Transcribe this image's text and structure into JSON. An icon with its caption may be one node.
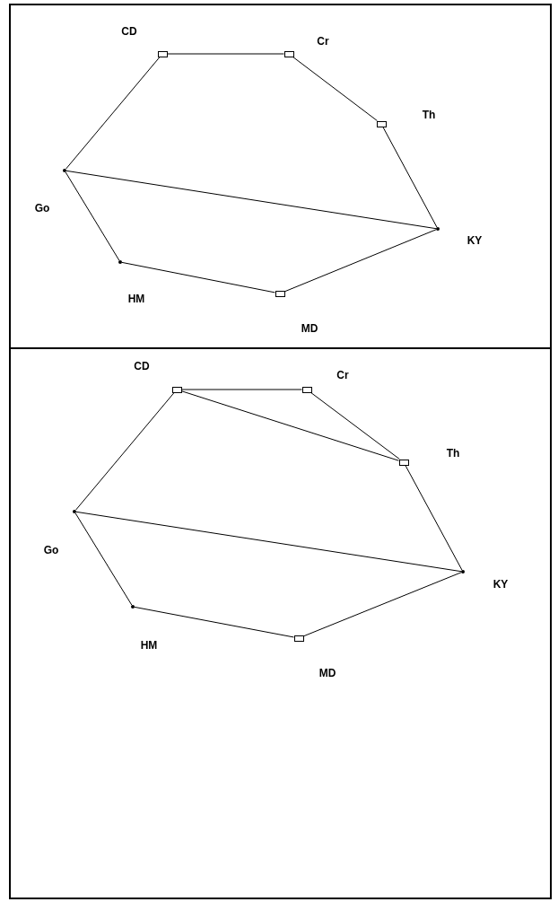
{
  "diagram": {
    "nodes": [
      {
        "text": [],
        "shape": "box"
      },
      {
        "text": [],
        "shape": "box",
        "in": 0,
        "beside": [
          "CD"
        ]
      },
      {
        "text": [],
        "shape": "box",
        "in": 0,
        "beside": [
          "Cr"
        ]
      },
      {
        "text": [],
        "shape": "box",
        "in": 0,
        "beside": [
          "Th"
        ]
      },
      {
        "text": [],
        "shape": "circle",
        "in": 0,
        "beside": [
          "Go"
        ]
      },
      {
        "text": [],
        "shape": "circle",
        "in": 0,
        "beside": [
          "KY"
        ]
      },
      {
        "text": [],
        "shape": "circle",
        "in": 0,
        "beside": [
          "HM"
        ]
      },
      {
        "text": [],
        "shape": "box",
        "in": 0,
        "beside": [
          "MD"
        ]
      },
      {
        "text": [],
        "shape": "box"
      },
      {
        "text": [],
        "shape": "box",
        "in": 8,
        "beside": [
          "CD"
        ]
      },
      {
        "text": [],
        "shape": "box",
        "in": 8,
        "beside": [
          "Cr"
        ]
      },
      {
        "text": [],
        "shape": "box",
        "in": 8,
        "beside": [
          "Th"
        ]
      },
      {
        "text": [],
        "shape": "circle",
        "in": 8,
        "beside": [
          "Go"
        ]
      },
      {
        "text": [],
        "shape": "circle",
        "in": 8,
        "beside": [
          "KY"
        ]
      },
      {
        "text": [],
        "shape": "circle",
        "in": 8,
        "beside": [
          "HM"
        ]
      },
      {
        "text": [],
        "shape": "box",
        "in": 8,
        "beside": [
          "MD"
        ]
      }
    ],
    "edges": [
      {
        "from": 1,
        "to": 2,
        "arrow": "none"
      },
      {
        "from": 2,
        "to": 3,
        "arrow": "none"
      },
      {
        "from": 3,
        "to": 5,
        "arrow": "none"
      },
      {
        "from": 5,
        "to": 7,
        "arrow": "none"
      },
      {
        "from": 7,
        "to": 6,
        "arrow": "none"
      },
      {
        "from": 6,
        "to": 4,
        "arrow": "none"
      },
      {
        "from": 4,
        "to": 1,
        "arrow": "none"
      },
      {
        "from": 4,
        "to": 5,
        "arrow": "none"
      },
      {
        "from": 9,
        "to": 10,
        "arrow": "none"
      },
      {
        "from": 10,
        "to": 11,
        "arrow": "none"
      },
      {
        "from": 9,
        "to": 11,
        "arrow": "none"
      },
      {
        "from": 11,
        "to": 13,
        "arrow": "none"
      },
      {
        "from": 13,
        "to": 15,
        "arrow": "none"
      },
      {
        "from": 15,
        "to": 14,
        "arrow": "none"
      },
      {
        "from": 14,
        "to": 12,
        "arrow": "none"
      },
      {
        "from": 12,
        "to": 9,
        "arrow": "none"
      },
      {
        "from": 12,
        "to": 13,
        "arrow": "none"
      }
    ]
  }
}
